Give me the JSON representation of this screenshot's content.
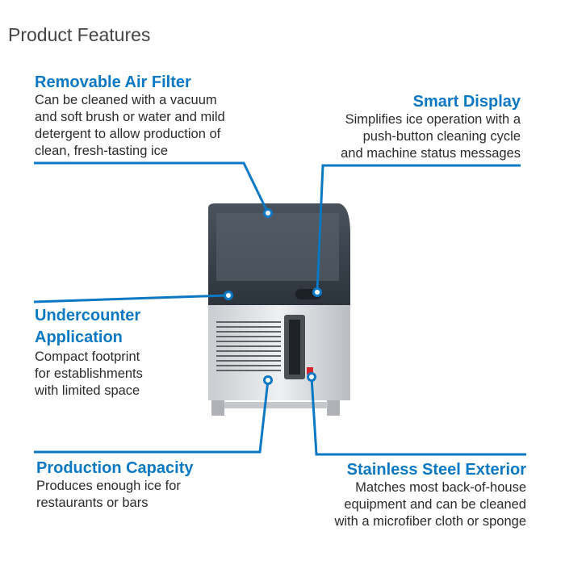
{
  "page_title": "Product Features",
  "accent_color": "#0a78c2",
  "features": [
    {
      "title": "Removable Air Filter",
      "text": "Can be cleaned with a vacuum\nand soft brush or water and mild\ndetergent to allow production of\nclean, fresh-tasting ice"
    },
    {
      "title": "Smart Display",
      "text": "Simplifies ice operation with a\npush-button cleaning cycle\nand machine status messages"
    },
    {
      "title": "Undercounter\nApplication",
      "text": "Compact footprint\nfor establishments\nwith limited space"
    },
    {
      "title": "Production Capacity",
      "text": "Produces enough ice for\nrestaurants or bars"
    },
    {
      "title": "Stainless Steel Exterior",
      "text": "Matches most back-of-house\nequipment and can be cleaned\nwith a microfiber cloth or sponge"
    }
  ]
}
